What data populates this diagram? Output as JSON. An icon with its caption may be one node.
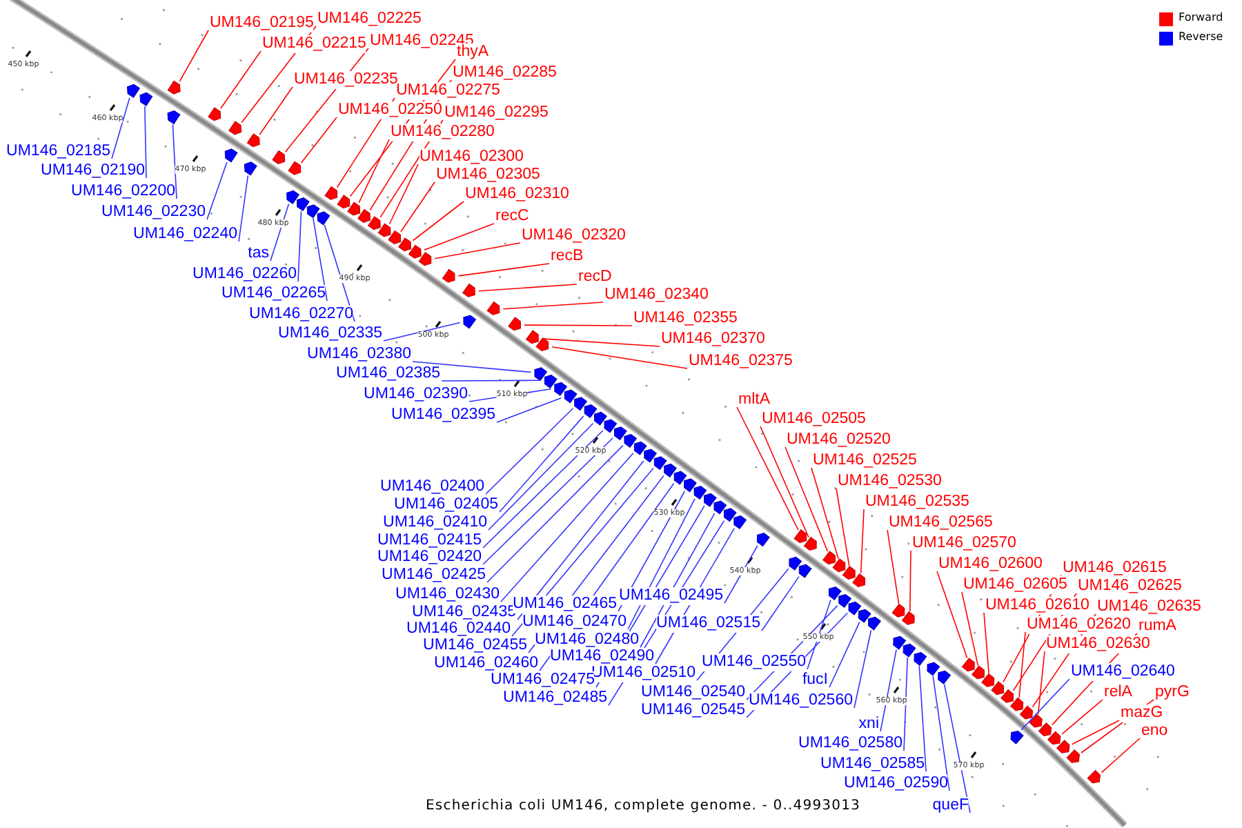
{
  "diagram": {
    "caption": "Escherichia coli UM146, complete genome. - 0..4993013",
    "nodes": [
      {
        "text": [
          "UM146_02195"
        ]
      },
      {
        "text": [
          "UM146_02225"
        ]
      },
      {
        "text": [
          "UM146_02215"
        ]
      },
      {
        "text": [
          "UM146_02245"
        ]
      },
      {
        "text": [
          "UM146_02235"
        ]
      },
      {
        "text": [
          "thyA"
        ]
      },
      {
        "text": [
          "UM146_02285"
        ]
      },
      {
        "text": [
          "UM146_02275"
        ]
      },
      {
        "text": [
          "UM146_02250"
        ]
      },
      {
        "text": [
          "UM146_02295"
        ]
      },
      {
        "text": [
          "UM146_02280"
        ]
      },
      {
        "text": [
          "UM146_02300"
        ]
      },
      {
        "text": [
          "UM146_02305"
        ]
      },
      {
        "text": [
          "UM146_02310"
        ]
      },
      {
        "text": [
          "recC"
        ]
      },
      {
        "text": [
          "UM146_02320"
        ]
      },
      {
        "text": [
          "recB"
        ]
      },
      {
        "text": [
          "recD"
        ]
      },
      {
        "text": [
          "UM146_02340"
        ]
      },
      {
        "text": [
          "UM146_02355"
        ]
      },
      {
        "text": [
          "UM146_02370"
        ]
      },
      {
        "text": [
          "UM146_02375"
        ]
      },
      {
        "text": [
          "UM146_02185"
        ]
      },
      {
        "text": [
          "UM146_02190"
        ]
      },
      {
        "text": [
          "UM146_02200"
        ]
      },
      {
        "text": [
          "UM146_02230"
        ]
      },
      {
        "text": [
          "UM146_02240"
        ]
      },
      {
        "text": [
          "tas"
        ]
      },
      {
        "text": [
          "UM146_02260"
        ]
      },
      {
        "text": [
          "UM146_02265"
        ]
      },
      {
        "text": [
          "UM146_02270"
        ]
      },
      {
        "text": [
          "UM146_02335"
        ]
      },
      {
        "text": [
          "UM146_02380"
        ]
      },
      {
        "text": [
          "UM146_02385"
        ]
      },
      {
        "text": [
          "UM146_02390"
        ]
      },
      {
        "text": [
          "UM146_02395"
        ]
      },
      {
        "text": [
          "mltA"
        ]
      },
      {
        "text": [
          "UM146_02505"
        ]
      },
      {
        "text": [
          "UM146_02520"
        ]
      },
      {
        "text": [
          "UM146_02525"
        ]
      },
      {
        "text": [
          "UM146_02530"
        ]
      },
      {
        "text": [
          "UM146_02535"
        ]
      },
      {
        "text": [
          "UM146_02565"
        ]
      },
      {
        "text": [
          "UM146_02570"
        ]
      },
      {
        "text": [
          "UM146_02600"
        ]
      },
      {
        "text": [
          "UM146_02615"
        ]
      },
      {
        "text": [
          "UM146_02605"
        ]
      },
      {
        "text": [
          "UM146_02625"
        ]
      },
      {
        "text": [
          "UM146_02610"
        ]
      },
      {
        "text": [
          "UM146_02635"
        ]
      },
      {
        "text": [
          "UM146_02620"
        ]
      },
      {
        "text": [
          "rumA"
        ]
      },
      {
        "text": [
          "UM146_02630"
        ]
      },
      {
        "text": [
          "UM146_02400"
        ]
      },
      {
        "text": [
          "UM146_02405"
        ]
      },
      {
        "text": [
          "UM146_02410"
        ]
      },
      {
        "text": [
          "UM146_02415"
        ]
      },
      {
        "text": [
          "UM146_02420"
        ]
      },
      {
        "text": [
          "UM146_02425"
        ]
      },
      {
        "text": [
          "UM146_02430"
        ]
      },
      {
        "text": [
          "UM146_02495"
        ]
      },
      {
        "text": [
          "UM146_02435"
        ]
      },
      {
        "text": [
          "UM146_02465"
        ]
      },
      {
        "text": [
          "UM146_02440"
        ]
      },
      {
        "text": [
          "UM146_02470"
        ]
      },
      {
        "text": [
          "UM146_02515"
        ]
      },
      {
        "text": [
          "UM146_02455"
        ]
      },
      {
        "text": [
          "UM146_02480"
        ]
      },
      {
        "text": [
          "UM146_02490"
        ]
      },
      {
        "text": [
          "UM146_02460"
        ]
      },
      {
        "text": [
          "UM146_02550"
        ]
      },
      {
        "text": [
          "UM146_02510"
        ]
      },
      {
        "text": [
          "UM146_02475"
        ]
      },
      {
        "text": [
          "UM146_02640"
        ]
      },
      {
        "text": [
          "fucI"
        ]
      },
      {
        "text": [
          "UM146_02540"
        ]
      },
      {
        "text": [
          "UM146_02485"
        ]
      },
      {
        "text": [
          "relA"
        ]
      },
      {
        "text": [
          "pyrG"
        ]
      },
      {
        "text": [
          "UM146_02560"
        ]
      },
      {
        "text": [
          "UM146_02545"
        ]
      },
      {
        "text": [
          "mazG"
        ]
      },
      {
        "text": [
          "xni"
        ]
      },
      {
        "text": [
          "eno"
        ]
      },
      {
        "text": [
          "UM146_02580"
        ]
      },
      {
        "text": [
          "UM146_02585"
        ]
      },
      {
        "text": [
          "UM146_02590"
        ]
      },
      {
        "text": [
          "queF"
        ]
      },
      {
        "text": [],
        "shape": "arrow"
      },
      {
        "text": [],
        "shape": "arrow"
      },
      {
        "text": [],
        "shape": "arrow"
      },
      {
        "text": [],
        "shape": "arrow"
      },
      {
        "text": [],
        "shape": "arrow"
      },
      {
        "text": [],
        "shape": "arrow"
      },
      {
        "text": [],
        "shape": "arrow"
      },
      {
        "text": [],
        "shape": "arrow"
      },
      {
        "text": [],
        "shape": "arrow"
      },
      {
        "text": [],
        "shape": "arrow"
      },
      {
        "text": [],
        "shape": "arrow"
      },
      {
        "text": [],
        "shape": "arrow"
      },
      {
        "text": [],
        "shape": "arrow"
      },
      {
        "text": [],
        "shape": "arrow"
      },
      {
        "text": [],
        "shape": "arrow"
      },
      {
        "text": [],
        "shape": "arrow"
      },
      {
        "text": [],
        "shape": "arrow"
      },
      {
        "text": [],
        "shape": "arrow"
      },
      {
        "text": [],
        "shape": "arrow"
      },
      {
        "text": [],
        "shape": "arrow"
      },
      {
        "text": [],
        "shape": "arrow"
      },
      {
        "text": [],
        "shape": "arrow"
      },
      {
        "text": [],
        "shape": "arrow"
      },
      {
        "text": [],
        "shape": "arrow"
      },
      {
        "text": [],
        "shape": "arrow"
      },
      {
        "text": [],
        "shape": "arrow"
      },
      {
        "text": [],
        "shape": "arrow"
      },
      {
        "text": [],
        "shape": "arrow"
      },
      {
        "text": [],
        "shape": "arrow"
      },
      {
        "text": [],
        "shape": "arrow"
      },
      {
        "text": [],
        "shape": "arrow"
      },
      {
        "text": [],
        "shape": "arrow"
      },
      {
        "text": [],
        "shape": "arrow"
      },
      {
        "text": [],
        "shape": "arrow"
      },
      {
        "text": [],
        "shape": "arrow"
      },
      {
        "text": [],
        "shape": "arrow"
      },
      {
        "text": [],
        "shape": "arrow"
      },
      {
        "text": [],
        "shape": "arrow"
      },
      {
        "text": [],
        "shape": "arrow"
      },
      {
        "text": [],
        "shape": "arrow"
      },
      {
        "text": [],
        "shape": "arrow"
      },
      {
        "text": [],
        "shape": "arrow"
      },
      {
        "text": [],
        "shape": "arrow"
      },
      {
        "text": [],
        "shape": "arrow"
      },
      {
        "text": [],
        "shape": "arrow"
      },
      {
        "text": [],
        "shape": "arrow"
      },
      {
        "text": [],
        "shape": "arrow"
      },
      {
        "text": [],
        "shape": "arrow"
      },
      {
        "text": [],
        "shape": "arrow"
      },
      {
        "text": [],
        "shape": "arrow"
      },
      {
        "text": [],
        "shape": "arrow"
      },
      {
        "text": [],
        "shape": "arrow"
      },
      {
        "text": [],
        "shape": "arrow"
      },
      {
        "text": [],
        "shape": "arrow"
      },
      {
        "text": [],
        "shape": "arrow"
      },
      {
        "text": [],
        "shape": "arrow"
      },
      {
        "text": [],
        "shape": "arrow"
      },
      {
        "text": [],
        "shape": "arrow"
      },
      {
        "text": [],
        "shape": "arrow"
      },
      {
        "text": [],
        "shape": "arrow"
      },
      {
        "text": [],
        "shape": "arrow"
      },
      {
        "text": [],
        "shape": "arrow"
      },
      {
        "text": [],
        "shape": "arrow"
      },
      {
        "text": [],
        "shape": "arrow"
      },
      {
        "text": [],
        "shape": "arrow"
      },
      {
        "text": [],
        "shape": "arrow"
      },
      {
        "text": [],
        "shape": "arrow"
      },
      {
        "text": [],
        "shape": "arrow"
      },
      {
        "text": [],
        "shape": "arrow"
      },
      {
        "text": [],
        "shape": "arrow"
      },
      {
        "text": [],
        "shape": "arrow"
      },
      {
        "text": [],
        "shape": "arrow"
      },
      {
        "text": [],
        "shape": "arrow"
      },
      {
        "text": [],
        "shape": "arrow"
      },
      {
        "text": [],
        "shape": "arrow"
      },
      {
        "text": [],
        "shape": "arrow"
      },
      {
        "text": [],
        "shape": "arrow"
      },
      {
        "text": [],
        "shape": "arrow"
      },
      {
        "text": [],
        "shape": "arrow"
      },
      {
        "text": [],
        "shape": "arrow"
      },
      {
        "text": [],
        "shape": "arrow"
      },
      {
        "text": [],
        "shape": "arrow"
      },
      {
        "text": [],
        "shape": "arrow"
      },
      {
        "text": [],
        "shape": "arrow"
      },
      {
        "text": [],
        "shape": "arrow"
      },
      {
        "text": [],
        "shape": "arrow"
      },
      {
        "text": [],
        "shape": "arrow"
      },
      {
        "text": [],
        "shape": "arrow"
      }
    ],
    "edges": [
      {
        "from": 0,
        "to": 90,
        "arrow": "none",
        "color": "#ff0000"
      },
      {
        "from": 1,
        "to": 93,
        "arrow": "none",
        "color": "#ff0000"
      },
      {
        "from": 2,
        "to": 92,
        "arrow": "none",
        "color": "#ff0000"
      },
      {
        "from": 3,
        "to": 97,
        "arrow": "none",
        "color": "#ff0000"
      },
      {
        "from": 4,
        "to": 94,
        "arrow": "none",
        "color": "#ff0000"
      },
      {
        "from": 5,
        "to": 104,
        "arrow": "none",
        "color": "#ff0000"
      },
      {
        "from": 6,
        "to": 106,
        "arrow": "none",
        "color": "#ff0000"
      },
      {
        "from": 7,
        "to": 101,
        "arrow": "none",
        "color": "#ff0000"
      },
      {
        "from": 8,
        "to": 98,
        "arrow": "none",
        "color": "#ff0000"
      },
      {
        "from": 9,
        "to": 107,
        "arrow": "none",
        "color": "#ff0000"
      },
      {
        "from": 10,
        "to": 105,
        "arrow": "none",
        "color": "#ff0000"
      },
      {
        "from": 11,
        "to": 108,
        "arrow": "none",
        "color": "#ff0000"
      },
      {
        "from": 12,
        "to": 109,
        "arrow": "none",
        "color": "#ff0000"
      },
      {
        "from": 13,
        "to": 110,
        "arrow": "none",
        "color": "#ff0000"
      },
      {
        "from": 14,
        "to": 111,
        "arrow": "none",
        "color": "#ff0000"
      },
      {
        "from": 15,
        "to": 112,
        "arrow": "none",
        "color": "#ff0000"
      },
      {
        "from": 16,
        "to": 113,
        "arrow": "none",
        "color": "#ff0000"
      },
      {
        "from": 17,
        "to": 114,
        "arrow": "none",
        "color": "#ff0000"
      },
      {
        "from": 18,
        "to": 116,
        "arrow": "none",
        "color": "#ff0000"
      },
      {
        "from": 19,
        "to": 117,
        "arrow": "none",
        "color": "#ff0000"
      },
      {
        "from": 20,
        "to": 118,
        "arrow": "none",
        "color": "#ff0000"
      },
      {
        "from": 21,
        "to": 119,
        "arrow": "none",
        "color": "#ff0000"
      },
      {
        "from": 22,
        "to": 88,
        "arrow": "none"
      },
      {
        "from": 23,
        "to": 89,
        "arrow": "none"
      },
      {
        "from": 24,
        "to": 91,
        "arrow": "none"
      },
      {
        "from": 25,
        "to": 95,
        "arrow": "none"
      },
      {
        "from": 26,
        "to": 96,
        "arrow": "none"
      },
      {
        "from": 27,
        "to": 99,
        "arrow": "none"
      },
      {
        "from": 28,
        "to": 100,
        "arrow": "none"
      },
      {
        "from": 29,
        "to": 102,
        "arrow": "none"
      },
      {
        "from": 30,
        "to": 103,
        "arrow": "none"
      },
      {
        "from": 31,
        "to": 115,
        "arrow": "none"
      },
      {
        "from": 32,
        "to": 120,
        "arrow": "none"
      },
      {
        "from": 33,
        "to": 121,
        "arrow": "none"
      },
      {
        "from": 34,
        "to": 122,
        "arrow": "none"
      },
      {
        "from": 35,
        "to": 123,
        "arrow": "none"
      },
      {
        "from": 36,
        "to": 142,
        "arrow": "none",
        "color": "#ff0000"
      },
      {
        "from": 37,
        "to": 143,
        "arrow": "none",
        "color": "#ff0000"
      },
      {
        "from": 38,
        "to": 146,
        "arrow": "none",
        "color": "#ff0000"
      },
      {
        "from": 39,
        "to": 147,
        "arrow": "none",
        "color": "#ff0000"
      },
      {
        "from": 40,
        "to": 148,
        "arrow": "none",
        "color": "#ff0000"
      },
      {
        "from": 41,
        "to": 149,
        "arrow": "none",
        "color": "#ff0000"
      },
      {
        "from": 42,
        "to": 155,
        "arrow": "none",
        "color": "#ff0000"
      },
      {
        "from": 43,
        "to": 156,
        "arrow": "none",
        "color": "#ff0000"
      },
      {
        "from": 44,
        "to": 162,
        "arrow": "none",
        "color": "#ff0000"
      },
      {
        "from": 45,
        "to": 165,
        "arrow": "none",
        "color": "#ff0000"
      },
      {
        "from": 46,
        "to": 163,
        "arrow": "none",
        "color": "#ff0000"
      },
      {
        "from": 47,
        "to": 166,
        "arrow": "none",
        "color": "#ff0000"
      },
      {
        "from": 48,
        "to": 164,
        "arrow": "none",
        "color": "#ff0000"
      },
      {
        "from": 49,
        "to": 168,
        "arrow": "none",
        "color": "#ff0000"
      },
      {
        "from": 50,
        "to": 167,
        "arrow": "none",
        "color": "#ff0000"
      },
      {
        "from": 51,
        "to": 170,
        "arrow": "none",
        "color": "#ff0000"
      },
      {
        "from": 52,
        "to": 169,
        "arrow": "none",
        "color": "#ff0000"
      },
      {
        "from": 53,
        "to": 124,
        "arrow": "none"
      },
      {
        "from": 54,
        "to": 125,
        "arrow": "none"
      },
      {
        "from": 55,
        "to": 126,
        "arrow": "none"
      },
      {
        "from": 56,
        "to": 127,
        "arrow": "none"
      },
      {
        "from": 57,
        "to": 128,
        "arrow": "none"
      },
      {
        "from": 58,
        "to": 129,
        "arrow": "none"
      },
      {
        "from": 59,
        "to": 130,
        "arrow": "none"
      },
      {
        "from": 60,
        "to": 141,
        "arrow": "none"
      },
      {
        "from": 61,
        "to": 131,
        "arrow": "none"
      },
      {
        "from": 62,
        "to": 135,
        "arrow": "none"
      },
      {
        "from": 63,
        "to": 132,
        "arrow": "none"
      },
      {
        "from": 64,
        "to": 136,
        "arrow": "none"
      },
      {
        "from": 65,
        "to": 145,
        "arrow": "none"
      },
      {
        "from": 66,
        "to": 133,
        "arrow": "none"
      },
      {
        "from": 67,
        "to": 138,
        "arrow": "none"
      },
      {
        "from": 68,
        "to": 140,
        "arrow": "none"
      },
      {
        "from": 69,
        "to": 134,
        "arrow": "none"
      },
      {
        "from": 70,
        "to": 150,
        "arrow": "none"
      },
      {
        "from": 71,
        "to": 144,
        "arrow": "none"
      },
      {
        "from": 72,
        "to": 137,
        "arrow": "none"
      },
      {
        "from": 73,
        "to": 171,
        "arrow": "none"
      },
      {
        "from": 74,
        "to": 153,
        "arrow": "none"
      },
      {
        "from": 75,
        "to": 151,
        "arrow": "none"
      },
      {
        "from": 76,
        "to": 139,
        "arrow": "none"
      },
      {
        "from": 77,
        "to": 172,
        "arrow": "none",
        "color": "#ff0000"
      },
      {
        "from": 78,
        "to": 174,
        "arrow": "none",
        "color": "#ff0000"
      },
      {
        "from": 79,
        "to": 154,
        "arrow": "none"
      },
      {
        "from": 80,
        "to": 152,
        "arrow": "none"
      },
      {
        "from": 81,
        "to": 173,
        "arrow": "none",
        "color": "#ff0000"
      },
      {
        "from": 82,
        "to": 157,
        "arrow": "none"
      },
      {
        "from": 83,
        "to": 175,
        "arrow": "none",
        "color": "#ff0000"
      },
      {
        "from": 84,
        "to": 158,
        "arrow": "none"
      },
      {
        "from": 85,
        "to": 159,
        "arrow": "none"
      },
      {
        "from": 86,
        "to": 160,
        "arrow": "none"
      },
      {
        "from": 87,
        "to": 161,
        "arrow": "none"
      }
    ],
    "labels": [
      "450 kbp",
      "460 kbp",
      "470 kbp",
      "480 kbp",
      "490 kbp",
      "500 kbp",
      "510 kbp",
      "520 kbp",
      "530 kbp",
      "540 kbp",
      "550 kbp",
      "560 kbp",
      "570 kbp"
    ],
    "legend": [
      {
        "text": "Forward",
        "color": "#ff0000"
      },
      {
        "text": "Reverse",
        "color": "#0000ff"
      }
    ]
  }
}
